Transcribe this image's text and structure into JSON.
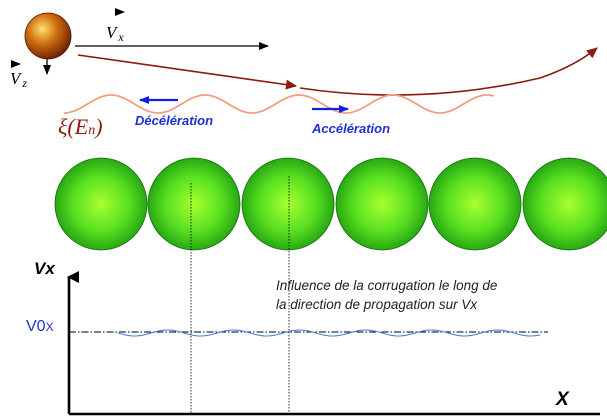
{
  "labels": {
    "vx_vector": "V",
    "vx_sub": "x",
    "vz_vector": "V",
    "vz_sub": "z",
    "xi_label": "ξ(E",
    "xi_sub": "n",
    "xi_close": ")",
    "deceleration": "Décélération",
    "acceleration": "Accélération",
    "axis_y": "Vx",
    "axis_x": "X",
    "v0x_main": "V0",
    "v0x_sub": "X",
    "caption_line1": "Influence de la corrugation le long de",
    "caption_line2": "la direction de propagation sur Vx"
  },
  "colors": {
    "particle_red": "#8b1a0a",
    "corrugation_salmon": "#f0a080",
    "arrow_blue": "#1020e0",
    "text_blue": "#2030d0",
    "oscillation_blue": "#4a80e0",
    "sphere_green": "#40d020",
    "axis_black": "#000000"
  },
  "icons": {
    "particle": "sphere-icon",
    "surface_atom": "sphere-icon"
  }
}
